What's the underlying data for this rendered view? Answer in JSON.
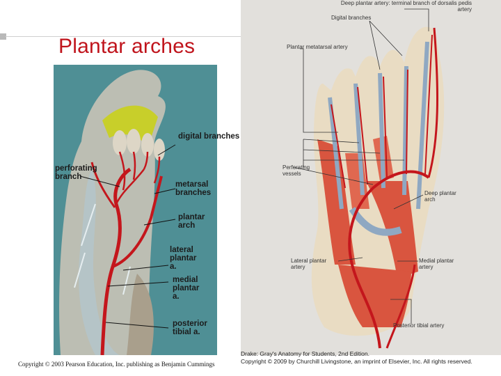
{
  "slide": {
    "title": "Plantar arches",
    "copyright": "Copyright © 2003 Pearson Education, Inc. publishing as Benjamin Cummings"
  },
  "left_figure": {
    "labels": {
      "digital_branches": "digital branches",
      "perforating_branch": "perforating branch",
      "metarsal_branches": "metarsal branches",
      "plantar_arch": "plantar arch",
      "lateral_plantar": "lateral plantar a.",
      "medial_plantar": "medial plantar a.",
      "posterior_tibial": "posterior tibial a."
    }
  },
  "right_figure": {
    "labels": {
      "deep_plantar_terminal": "Deep plantar artery: terminal branch of dorsalis pedis artery",
      "digital_branches": "Digital branches",
      "plantar_metatarsal": "Plantar metatarsal artery",
      "perforating_vessels": "Perforating vessels",
      "deep_plantar_arch": "Deep plantar arch",
      "lateral_plantar_artery": "Lateral plantar artery",
      "medial_plantar_artery": "Medial plantar artery",
      "posterior_tibial_artery": "Posterior tibial artery"
    },
    "credit_line1": "Drake: Gray's Anatomy for Students, 2nd Edition.",
    "credit_line2": "Copyright © 2009 by Churchill Livingstone, an imprint of Elsevier, Inc. All rights reserved."
  },
  "colors": {
    "title": "#c0141c",
    "artery": "#c4161c",
    "muscle": "#d9553f",
    "tendon": "#8fa8c2",
    "bone": "#e8dcc4",
    "left_background": "#4f8f95",
    "right_background": "#e2e0dc"
  }
}
